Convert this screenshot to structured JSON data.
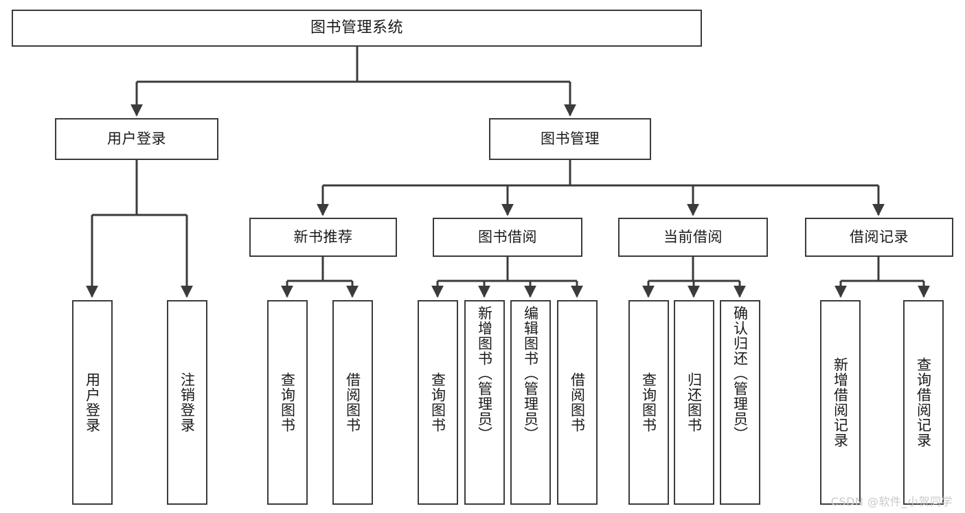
{
  "diagram": {
    "title": "图书管理系统",
    "type": "functional-structure-tree",
    "watermark": "CSDN @软件_小贺同学",
    "colors": {
      "box_border": "#3b3b3b",
      "box_fill": "#ffffff",
      "connector": "#3b3b3b",
      "text": "#1a1a1a",
      "watermark": "#c9c9c9"
    }
  },
  "nodes": {
    "root": {
      "label": "图书管理系统"
    },
    "level1": [
      {
        "label": "用户登录"
      },
      {
        "label": "图书管理"
      }
    ],
    "level2": [
      {
        "label": "新书推荐"
      },
      {
        "label": "图书借阅"
      },
      {
        "label": "当前借阅"
      },
      {
        "label": "借阅记录"
      }
    ],
    "leaves": {
      "user_login": [
        {
          "label": "用户登录"
        },
        {
          "label": "注销登录"
        }
      ],
      "new_book_recommend": [
        {
          "label": "查询图书"
        },
        {
          "label": "借阅图书"
        }
      ],
      "book_borrow": [
        {
          "label": "查询图书"
        },
        {
          "label": "新增图书（管理员）"
        },
        {
          "label": "编辑图书（管理员）"
        },
        {
          "label": "借阅图书"
        }
      ],
      "current_borrow": [
        {
          "label": "查询图书"
        },
        {
          "label": "归还图书"
        },
        {
          "label": "确认归还（管理员）"
        }
      ],
      "borrow_record": [
        {
          "label": "新增借阅记录"
        },
        {
          "label": "查询借阅记录"
        }
      ]
    }
  }
}
